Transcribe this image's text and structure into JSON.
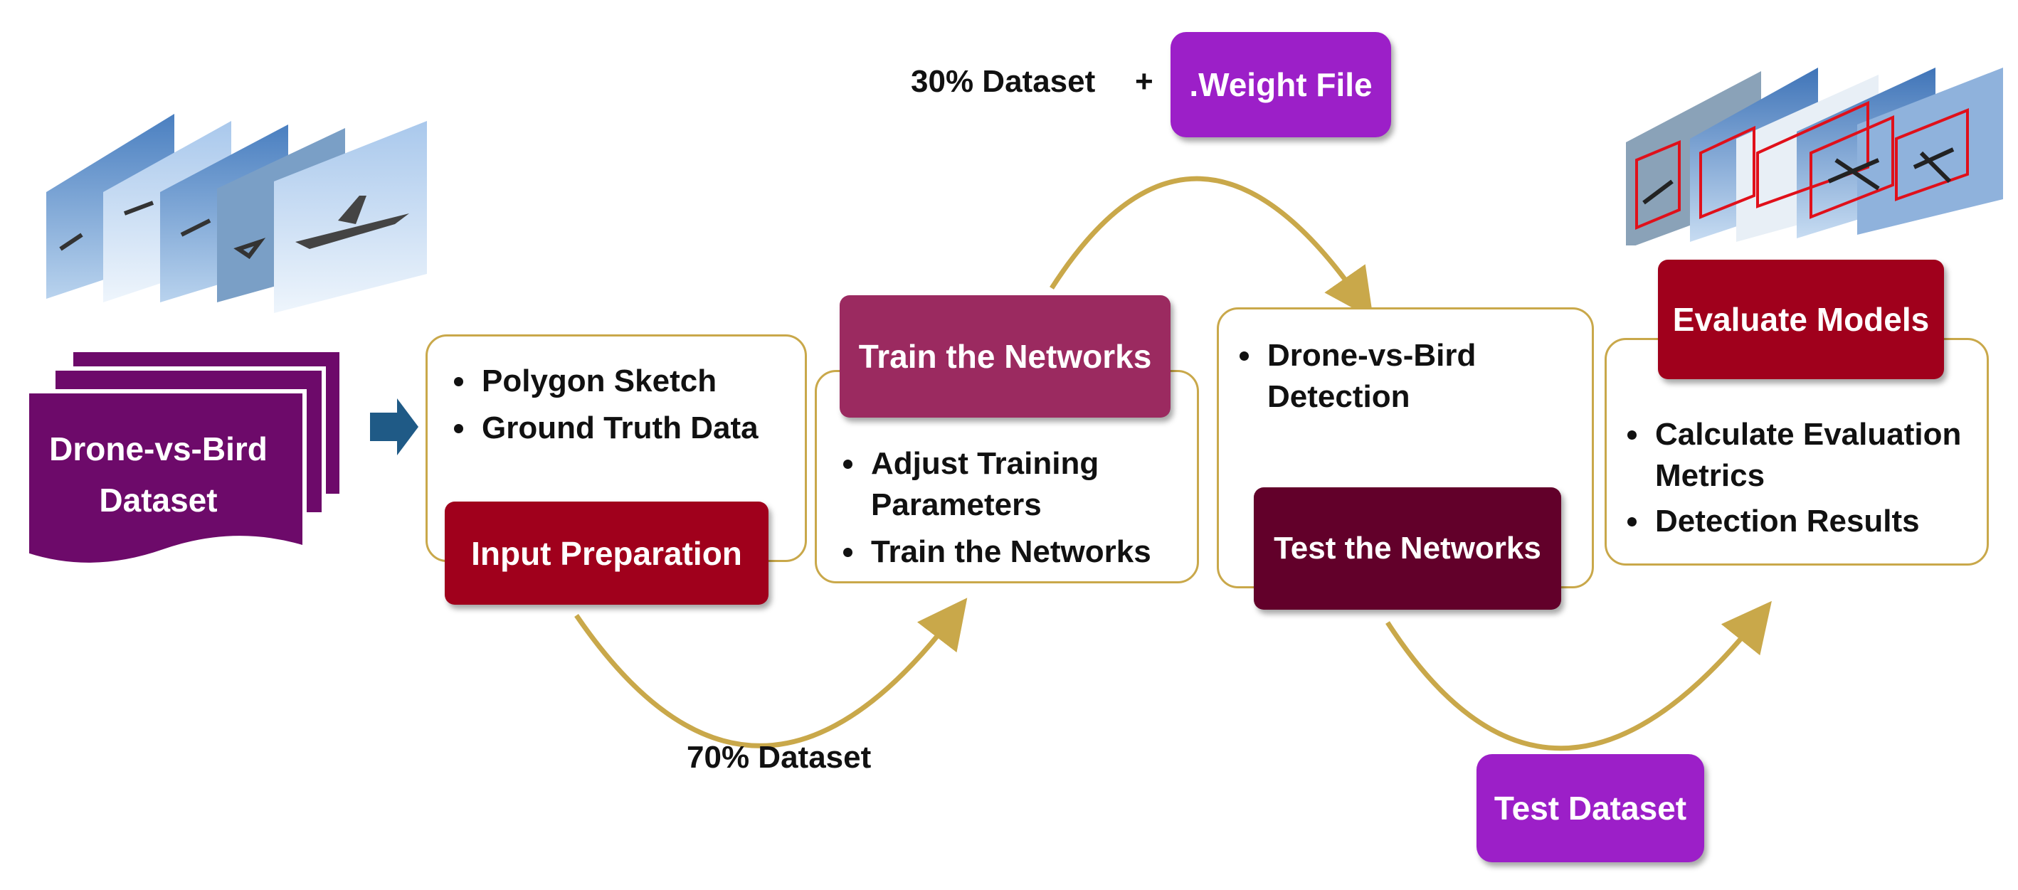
{
  "dataset": {
    "title": "Drone-vs-Bird Dataset"
  },
  "stages": {
    "input_preparation": {
      "label": "Input Preparation",
      "bullets": [
        "Polygon Sketch",
        "Ground Truth Data"
      ]
    },
    "train": {
      "label": "Train the Networks",
      "bullets": [
        "Adjust Training Parameters",
        "Train the Networks"
      ]
    },
    "test": {
      "label": "Test the Networks",
      "bullets": [
        "Drone-vs-Bird Detection"
      ]
    },
    "evaluate": {
      "label": "Evaluate Models",
      "bullets": [
        "Calculate Evaluation Metrics",
        "Detection Results"
      ]
    }
  },
  "flows": {
    "split_70": "70% Dataset",
    "split_30": "30% Dataset",
    "plus": "+",
    "weight_file": ".Weight File",
    "test_dataset": "Test Dataset"
  },
  "colors": {
    "purple_dark": "#6d0a6a",
    "crimson": "#a0001c",
    "rose": "#9b2a60",
    "maroon": "#62002a",
    "violet": "#9c1fc8",
    "gold": "#c9a84a",
    "arrow_blue": "#1f5a86"
  }
}
